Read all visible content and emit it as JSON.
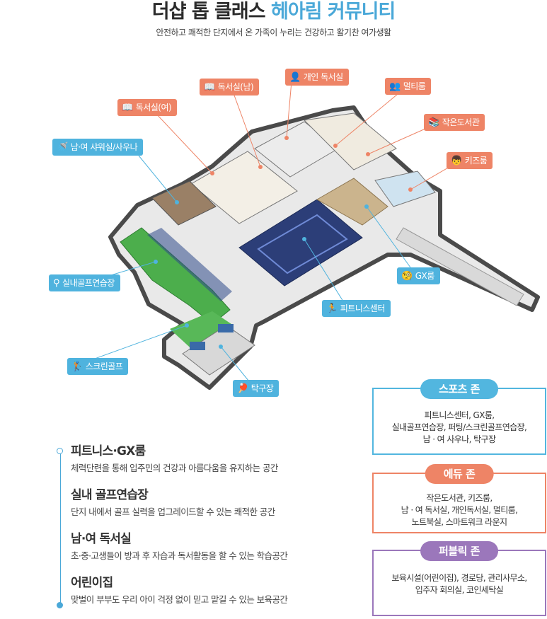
{
  "header": {
    "title_main": "더샵 톱 클래스",
    "title_accent": "헤아림 커뮤니티",
    "subtitle": "안전하고 쾌적한 단지에서 온 가족이 누리는 건강하고 활기찬 여가생활"
  },
  "colors": {
    "accent_blue": "#4aa8d8",
    "label_orange": "#ee8466",
    "label_blue": "#4fb3de",
    "zone_sports": "#52b6df",
    "zone_edu": "#ee8466",
    "zone_public": "#9b77bb"
  },
  "floorplan_labels": {
    "reading_women": "독서실(여)",
    "reading_men": "독서실(남)",
    "private_reading": "개인 독서실",
    "multi_room": "멀티룸",
    "small_library": "작은도서관",
    "kids_room": "키즈룸",
    "shower_sauna": "남·여 샤워실/사우나",
    "indoor_golf": "실내골프연습장",
    "gx_room": "GX룸",
    "fitness_center": "피트니스센터",
    "screen_golf": "스크린골프",
    "table_tennis": "탁구장"
  },
  "zones": {
    "sports": {
      "title": "스포츠 존",
      "line1": "피트니스센터, GX룸,",
      "line2": "실내골프연습장, 퍼팅/스크린골프연습장,",
      "line3": "남 · 여 사우나, 탁구장"
    },
    "edu": {
      "title": "에듀 존",
      "line1": "작은도서관, 키즈룸,",
      "line2": "남 · 여 독서실, 개인독서실, 멀티룸,",
      "line3": "노트북실, 스마트워크 라운지"
    },
    "public": {
      "title": "퍼블릭 존",
      "line1": "보육시설(어린이집), 경로당, 관리사무소,",
      "line2": "입주자 회의실, 코인세탁실"
    }
  },
  "features": [
    {
      "name": "피트니스·GX룸",
      "desc": "체력단련을 통해 입주민의 건강과 아름다움을 유지하는 공간"
    },
    {
      "name": "실내 골프연습장",
      "desc": "단지 내에서 골프 실력을 업그레이드할 수 있는 쾌적한 공간"
    },
    {
      "name": "남·여 독서실",
      "desc": "초·중·고생들이 방과 후 자습과 독서활동을 할 수 있는 학습공간"
    },
    {
      "name": "어린이집",
      "desc": "맞벌이 부부도 우리 아이 걱정 없이 믿고 맡길 수 있는 보육공간"
    }
  ],
  "icons": {
    "book": "book-icon",
    "person_reading": "person-desk-icon",
    "multi": "people-desk-icon",
    "stack": "book-stack-icon",
    "kids": "kids-icon",
    "shower": "shower-icon",
    "pin": "map-pin-icon",
    "gx": "stretch-icon",
    "fitness": "treadmill-icon",
    "golf": "golfer-icon",
    "pingpong": "ping-pong-icon"
  }
}
